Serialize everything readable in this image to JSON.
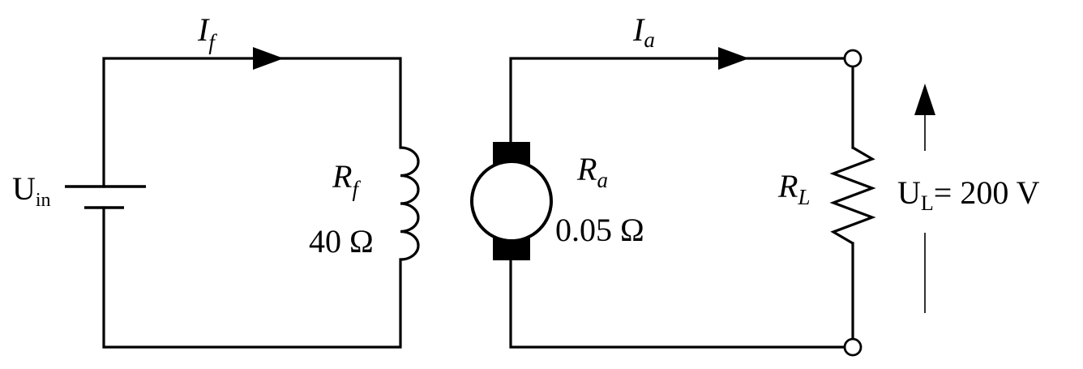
{
  "field_circuit": {
    "current_symbol": "I",
    "current_sub": "f",
    "source_symbol": "U",
    "source_sub": "in",
    "coil_symbol": "R",
    "coil_sub": "f",
    "coil_value": "40 Ω"
  },
  "armature_circuit": {
    "current_symbol": "I",
    "current_sub": "a",
    "armature_symbol": "R",
    "armature_sub": "a",
    "armature_value": "0.05 Ω",
    "load_symbol": "R",
    "load_sub": "L",
    "voltage_symbol": "U",
    "voltage_sub": "L",
    "voltage_value": "= 200 V"
  }
}
